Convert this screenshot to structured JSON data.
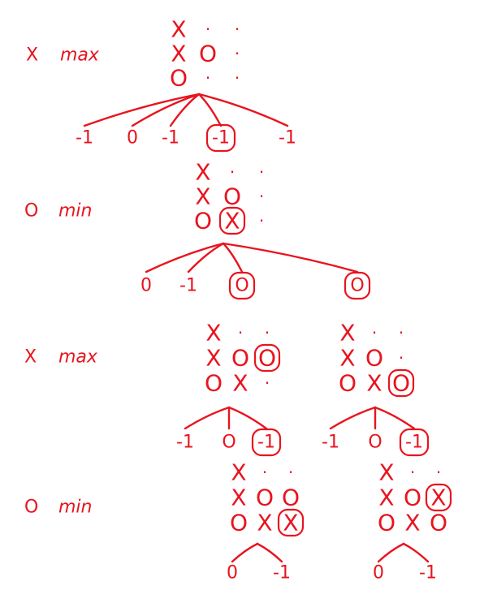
{
  "colors": {
    "ink": "#e8141e"
  },
  "levels": [
    {
      "player": "X",
      "label": "max"
    },
    {
      "player": "O",
      "label": "min"
    },
    {
      "player": "X",
      "label": "max"
    },
    {
      "player": "O",
      "label": "min"
    }
  ],
  "boards": {
    "root": [
      [
        "X",
        ".",
        "."
      ],
      [
        "X",
        "O",
        "."
      ],
      [
        "O",
        ".",
        "."
      ]
    ],
    "b2": [
      [
        "X",
        ".",
        "."
      ],
      [
        "X",
        "O",
        "."
      ],
      [
        "O",
        "(X)",
        "."
      ]
    ],
    "b3l": [
      [
        "X",
        ".",
        "."
      ],
      [
        "X",
        "O",
        "(O)"
      ],
      [
        "O",
        "X",
        "."
      ]
    ],
    "b3r": [
      [
        "X",
        ".",
        "."
      ],
      [
        "X",
        "O",
        "."
      ],
      [
        "O",
        "X",
        "(O)"
      ]
    ],
    "b4l": [
      [
        "X",
        ".",
        "."
      ],
      [
        "X",
        "O",
        "O"
      ],
      [
        "O",
        "X",
        "(X)"
      ]
    ],
    "b4r": [
      [
        "X",
        ".",
        "."
      ],
      [
        "X",
        "O",
        "(X)"
      ],
      [
        "O",
        "X",
        "O"
      ]
    ]
  },
  "values": {
    "row1": [
      "-1",
      "0",
      "-1",
      "(-1)",
      "-1"
    ],
    "row2": [
      "0",
      "-1",
      "(O)",
      "(O)"
    ],
    "row3l": [
      "-1",
      "O",
      "(-1)"
    ],
    "row3r": [
      "-1",
      "O",
      "(-1)"
    ],
    "row4l": [
      "0",
      "-1"
    ],
    "row4r": [
      "0",
      "-1"
    ]
  }
}
